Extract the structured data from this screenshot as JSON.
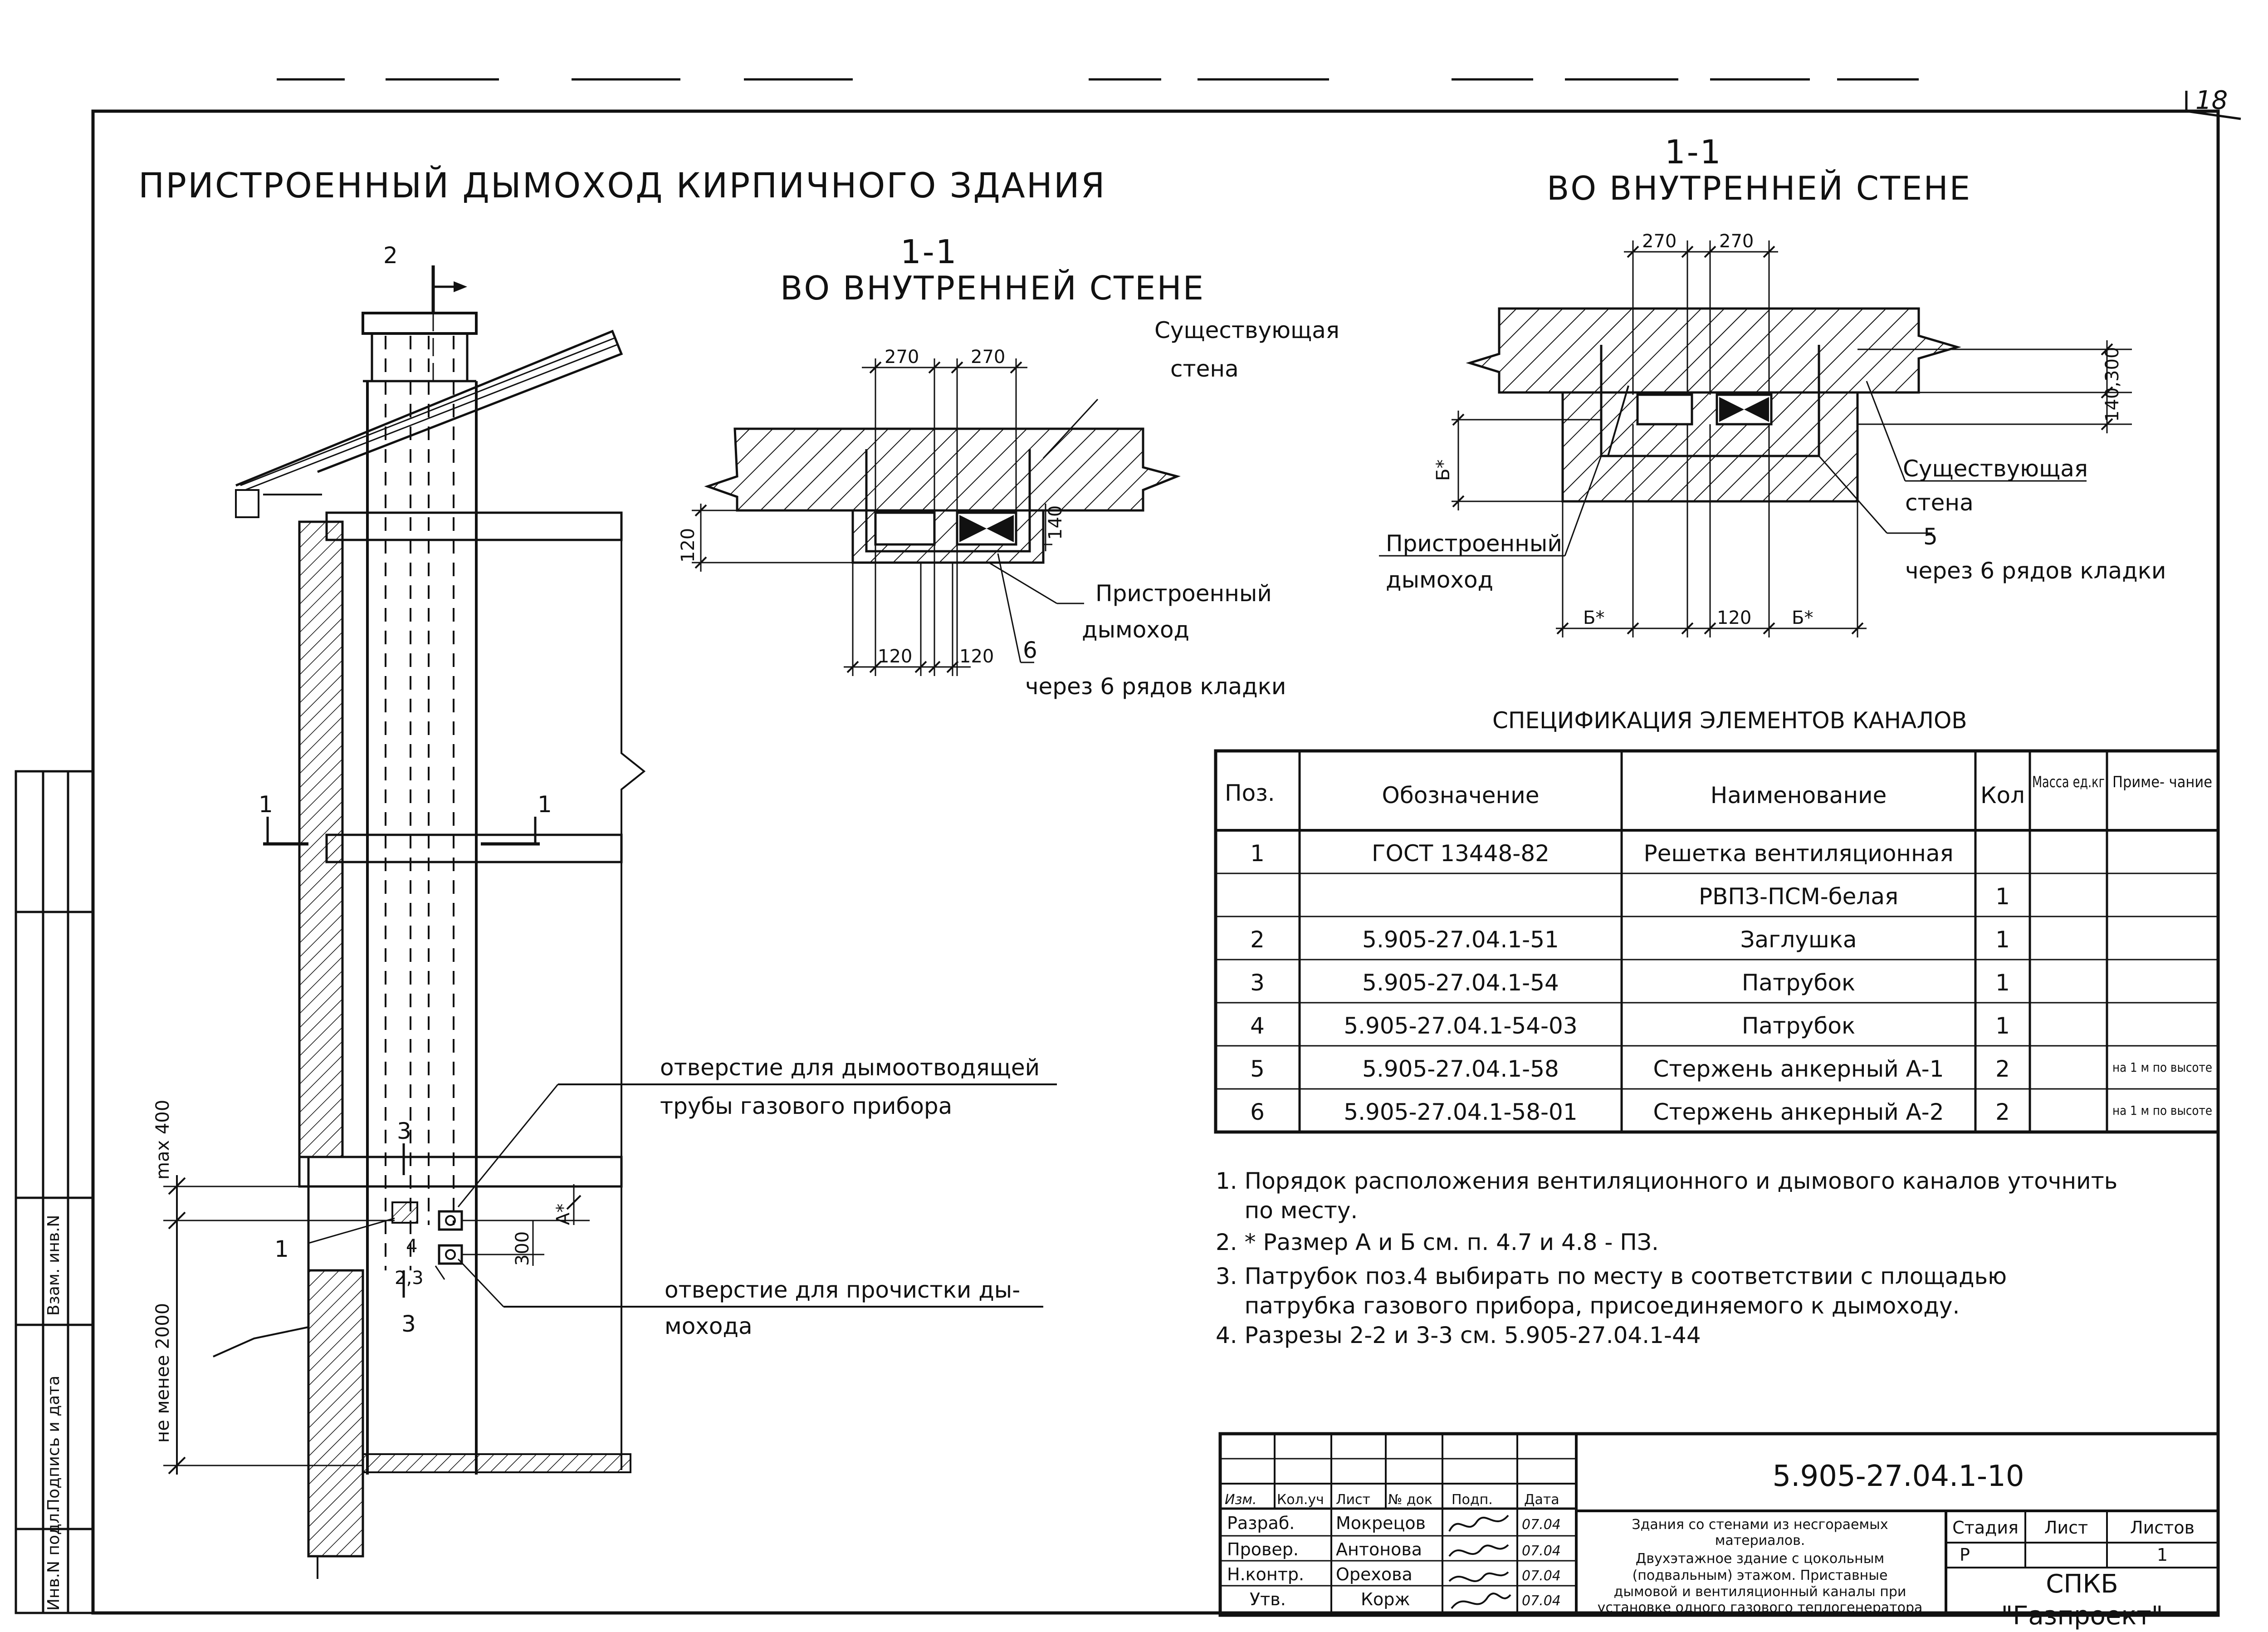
{
  "sheet": {
    "number": "18"
  },
  "main_title": "ПРИСТРОЕННЫЙ ДЫМОХОД КИРПИЧНОГО ЗДАНИЯ",
  "elevation": {
    "section_mark_top": "2",
    "section_mark_1": "1",
    "section_mark_3": "3",
    "dim_max": "max 400",
    "dim_min": "не менее 2000",
    "dim_a": "А*",
    "dim_300": "300",
    "callouts": [
      "1",
      "4",
      "2,3"
    ],
    "label_flue_hole": [
      "отверстие для дымоотводящей",
      "трубы газового прибора"
    ],
    "label_clean_hole": [
      "отверстие для прочистки ды-",
      "мохода"
    ]
  },
  "section_a": {
    "number": "1-1",
    "title": "ВО ВНУТРЕННЕЙ СТЕНЕ",
    "dims_top": [
      "270",
      "270"
    ],
    "dims_bottom": [
      "120",
      "120"
    ],
    "dim_left": "120",
    "dim_right": "140",
    "label_existing": [
      "Существующая",
      "стена"
    ],
    "label_attached": [
      "Пристроенный",
      "дымоход"
    ],
    "callout": "6",
    "callout_note": "через 6 рядов кладки"
  },
  "section_b": {
    "number": "1-1",
    "title": "ВО ВНУТРЕННЕЙ СТЕНЕ",
    "dims_top": [
      "270",
      "270"
    ],
    "dim_right": "140,300",
    "dim_left": "Б*",
    "dims_bottom": [
      "Б*",
      "120",
      "Б*"
    ],
    "label_existing": [
      "Существующая",
      "стена"
    ],
    "callout": "5",
    "callout_note": "через 6 рядов кладки",
    "label_attached": [
      "Пристроенный",
      "дымоход"
    ]
  },
  "spec": {
    "title": "СПЕЦИФИКАЦИЯ ЭЛЕМЕНТОВ КАНАЛОВ",
    "headers": [
      "Поз.",
      "Обозначение",
      "Наименование",
      "Кол",
      "Масса ед.кг",
      "Приме- чание"
    ],
    "rows": [
      [
        "1",
        "ГОСТ 13448-82",
        "Решетка вентиляционная",
        "",
        "",
        ""
      ],
      [
        "",
        "",
        "РВПЗ-ПСМ-белая",
        "1",
        "",
        ""
      ],
      [
        "2",
        "5.905-27.04.1-51",
        "Заглушка",
        "1",
        "",
        ""
      ],
      [
        "3",
        "5.905-27.04.1-54",
        "Патрубок",
        "1",
        "",
        ""
      ],
      [
        "4",
        "5.905-27.04.1-54-03",
        "Патрубок",
        "1",
        "",
        ""
      ],
      [
        "5",
        "5.905-27.04.1-58",
        "Стержень анкерный А-1",
        "2",
        "",
        "на 1 м по высоте"
      ],
      [
        "6",
        "5.905-27.04.1-58-01",
        "Стержень анкерный А-2",
        "2",
        "",
        "на 1 м по высоте"
      ]
    ]
  },
  "notes": [
    "1. Порядок расположения вентиляционного и дымового каналов уточнить",
    "    по месту.",
    "2. * Размер А и Б см. п. 4.7 и 4.8 - ПЗ.",
    "3. Патрубок поз.4 выбирать по месту в соответствии с площадью",
    "    патрубка газового прибора, присоединяемого к дымоходу.",
    "4. Разрезы 2-2 и 3-3 см. 5.905-27.04.1-44"
  ],
  "side_stamp": [
    "Взам. инв.N",
    "Подпись и дата",
    "Инв.N подл."
  ],
  "title_block": {
    "code": "5.905-27.04.1-10",
    "col_headers": [
      "Изм.",
      "Кол.уч",
      "Лист",
      "№ док",
      "Подп.",
      "Дата"
    ],
    "people": [
      {
        "role": "Разраб.",
        "name": "Мокрецов",
        "date": "07.04"
      },
      {
        "role": "Провер.",
        "name": "Антонова",
        "date": "07.04"
      },
      {
        "role": "Н.контр.",
        "name": "Орехова",
        "date": "07.04"
      },
      {
        "role": "Утв.",
        "name": "Корж",
        "date": "07.04"
      }
    ],
    "description": [
      "Здания со стенами из несгораемых",
      "материалов.",
      "Двухэтажное здание с цокольным",
      "(подвальным) этажом. Приставные",
      "дымовой и вентиляционный каналы при",
      "установке одного газового теплогенератора"
    ],
    "stage_headers": [
      "Стадия",
      "Лист",
      "Листов"
    ],
    "stage_values": [
      "Р",
      "",
      "1"
    ],
    "org": [
      "СПКБ",
      "\"Газпроект\""
    ]
  }
}
